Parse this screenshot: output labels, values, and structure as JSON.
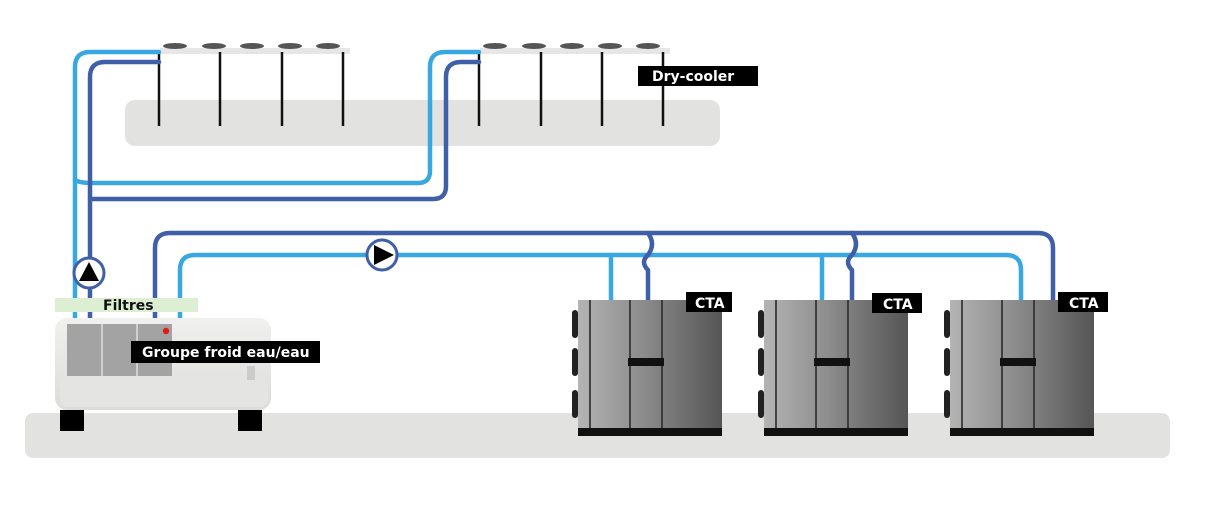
{
  "labels": {
    "dry_cooler": "Dry-cooler",
    "filtres": "Filtres",
    "groupe_froid": "Groupe froid eau/eau",
    "cta": [
      "CTA",
      "CTA",
      "CTA"
    ]
  },
  "colors": {
    "pipe_light": "#3aa8e0",
    "pipe_dark": "#3f5fa8",
    "ground": "#e2e3e1",
    "label_bg": "#000000",
    "filter_band": "#dcefd2",
    "indicator": "#e11b1b"
  },
  "icons": {
    "pump_vertical": "pump-triangle-up-icon",
    "pump_horizontal": "pump-triangle-right-icon"
  }
}
